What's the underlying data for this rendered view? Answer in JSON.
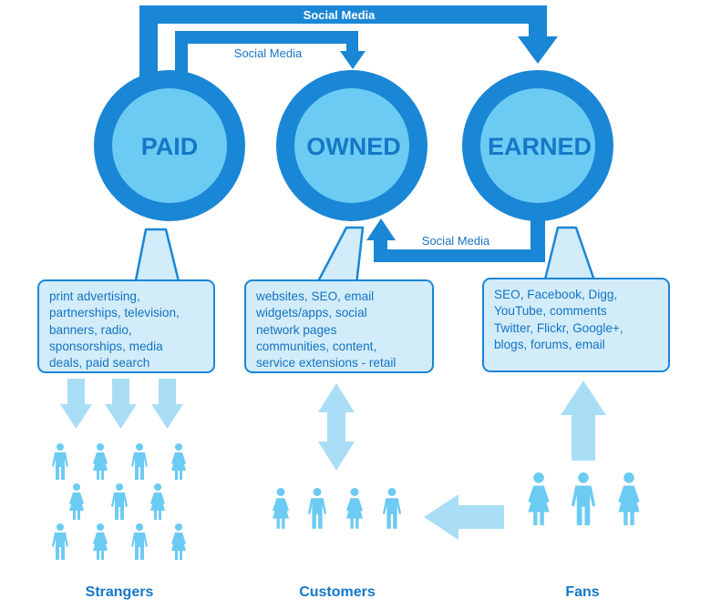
{
  "circles": {
    "paid": "PAID",
    "owned": "OWNED",
    "earned": "EARNED"
  },
  "edges": {
    "paid_to_earned": "Social Media",
    "paid_to_owned": "Social Media",
    "earned_to_owned": "Social Media"
  },
  "boxes": {
    "paid": [
      "print advertising,",
      "partnerships, television,",
      "banners, radio,",
      "sponsorships, media",
      "deals, paid search"
    ],
    "owned": [
      "websites, SEO, email",
      "widgets/apps, social",
      "network pages",
      "communities, content,",
      "service extensions - retail"
    ],
    "earned": [
      "SEO, Facebook, Digg,",
      "YouTube, comments",
      "Twitter, Flickr, Google+,",
      "blogs, forums, email"
    ]
  },
  "groups": {
    "strangers": "Strangers",
    "customers": "Customers",
    "fans": "Fans"
  },
  "colors": {
    "circle_ring": "#1a86d6",
    "circle_fill": "#6ccbf3",
    "arrow_dark": "#1a86d6",
    "arrow_light": "#a9ddf6",
    "box_fill": "#d2ecfa",
    "people": "#6ccbf3",
    "label": "#1478c8"
  },
  "icons": [
    "person-icon",
    "right-arrow-icon",
    "down-arrow-icon",
    "left-arrow-icon",
    "up-arrow-icon",
    "double-arrow-icon"
  ]
}
